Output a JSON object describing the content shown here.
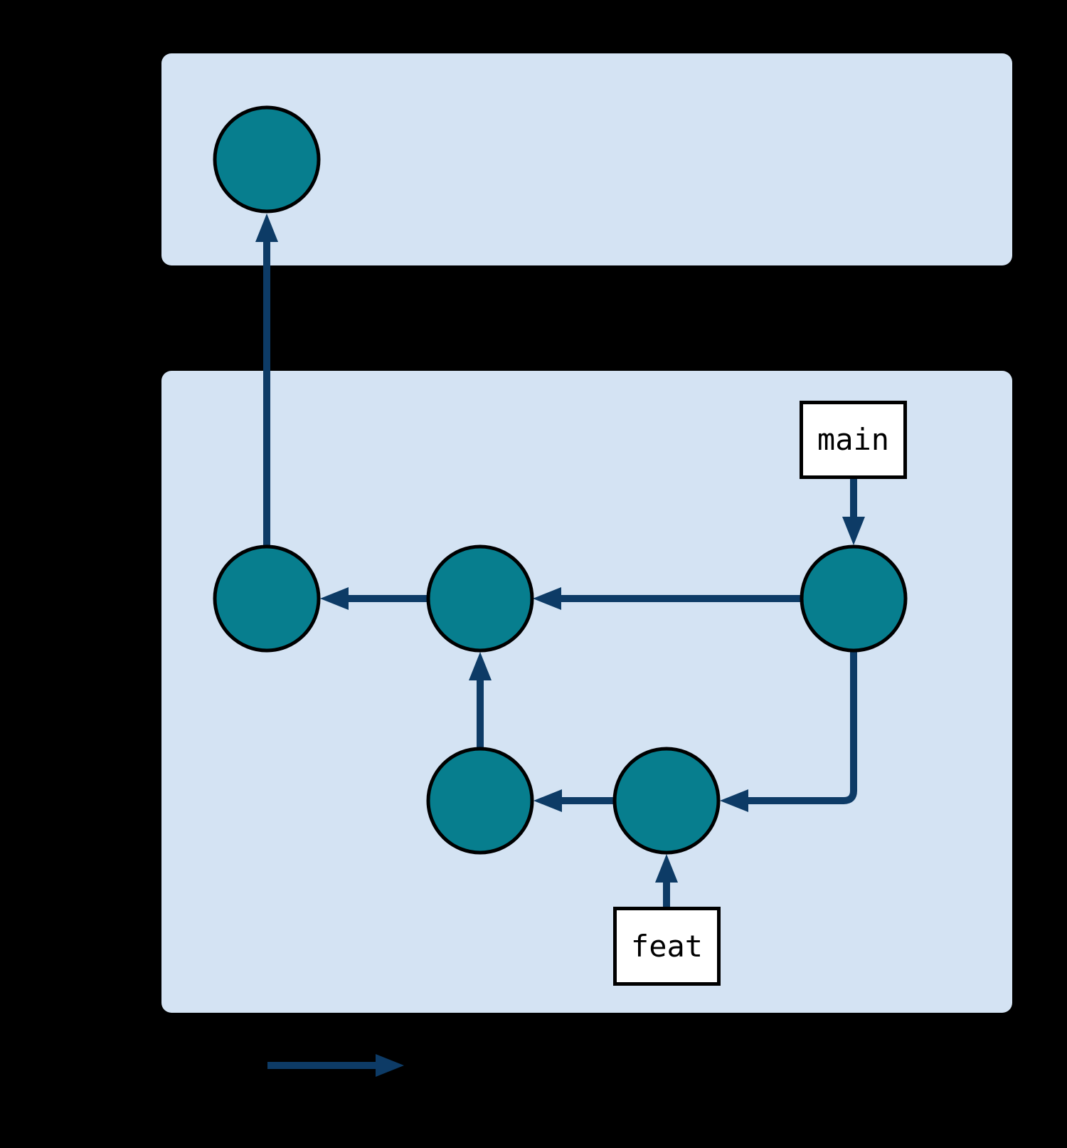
{
  "labels": {
    "main": "main",
    "feat": "feat"
  },
  "colors": {
    "background": "#000000",
    "panel": "#d4e3f3",
    "node_fill": "#077e8e",
    "node_stroke": "#000000",
    "arrow": "#0d3b66",
    "label_bg": "#ffffff",
    "label_text": "#000000",
    "label_border": "#000000"
  },
  "graph": {
    "remote_commit_count": 1,
    "local_commit_count": 5,
    "branch_labels": [
      "main",
      "feat"
    ],
    "merge_commit_parents": 2
  }
}
